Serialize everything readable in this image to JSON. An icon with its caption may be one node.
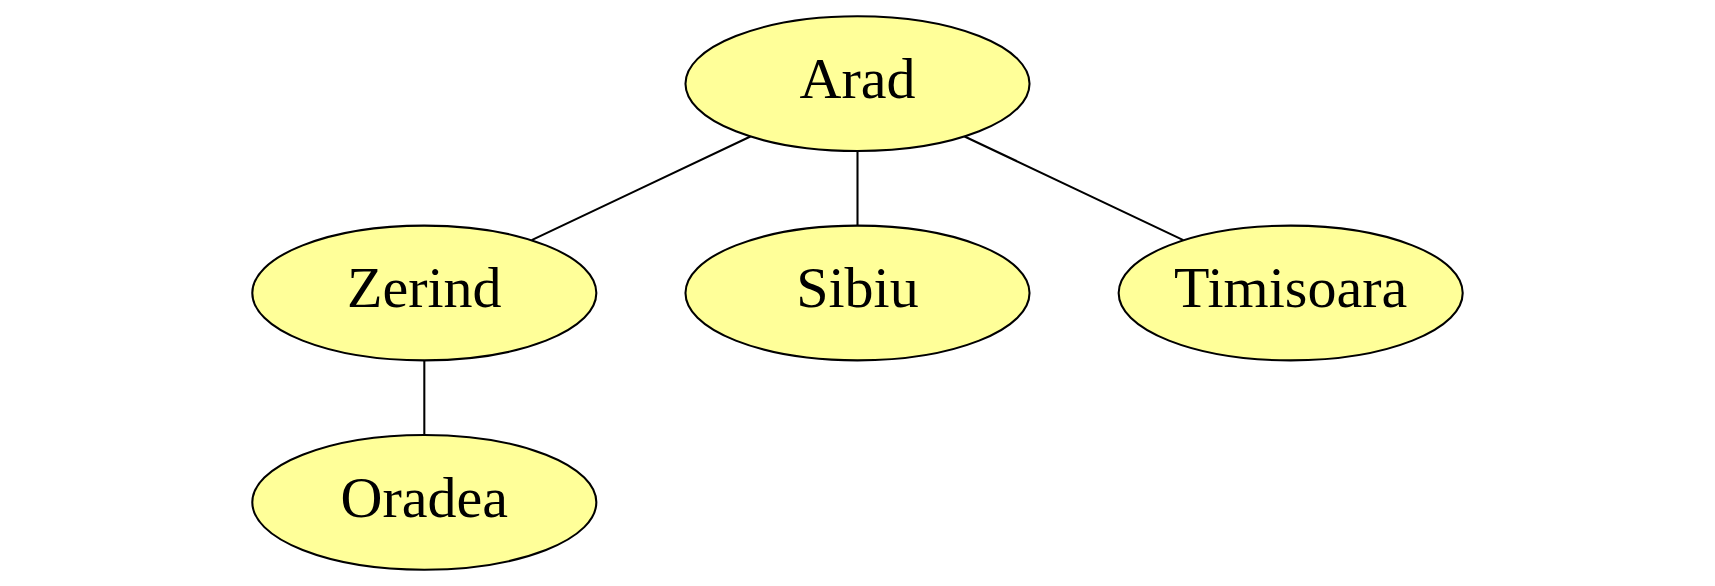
{
  "diagram": {
    "nodes": [
      {
        "text": [
          "Arad"
        ]
      },
      {
        "text": [
          "Zerind"
        ]
      },
      {
        "text": [
          "Sibiu"
        ]
      },
      {
        "text": [
          "Timisoara"
        ]
      },
      {
        "text": [
          "Oradea"
        ]
      }
    ],
    "edges": [
      {
        "from": 0,
        "to": 1,
        "arrow": "none"
      },
      {
        "from": 0,
        "to": 2,
        "arrow": "none"
      },
      {
        "from": 0,
        "to": 3,
        "arrow": "none"
      },
      {
        "from": 1,
        "to": 4,
        "arrow": "none"
      }
    ]
  }
}
